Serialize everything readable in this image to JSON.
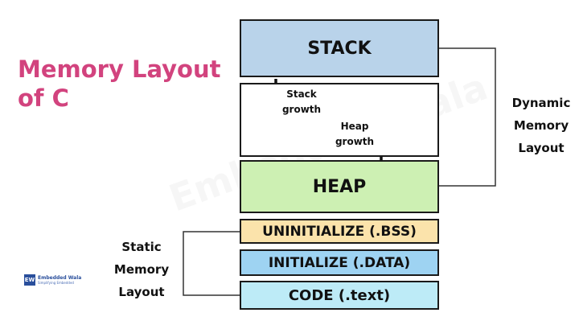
{
  "title": {
    "line1": "Memory Layout",
    "line2": "of C"
  },
  "segments": {
    "stack": "STACK",
    "heap": "HEAP",
    "bss": "UNINITIALIZE (.BSS)",
    "data": "INITIALIZE (.DATA)",
    "code": "CODE (.text)"
  },
  "growth": {
    "stack_line1": "Stack",
    "stack_line2": "growth",
    "heap_line1": "Heap",
    "heap_line2": "growth"
  },
  "dynamic": {
    "line1": "Dynamic",
    "line2": "Memory",
    "line3": "Layout"
  },
  "static": {
    "line1": "Static",
    "line2": "Memory",
    "line3": "Layout"
  },
  "logo": {
    "mark": "EW",
    "name": "Embedded Wala",
    "tagline": "Simplifying Embedded"
  },
  "watermark": "Embedded Wala",
  "colors": {
    "title": "#d2437e",
    "stack": "#b9d3ea",
    "heap": "#cdf0b3",
    "bss": "#fbe3ab",
    "data": "#9ed3f2",
    "code": "#bdebf7"
  }
}
